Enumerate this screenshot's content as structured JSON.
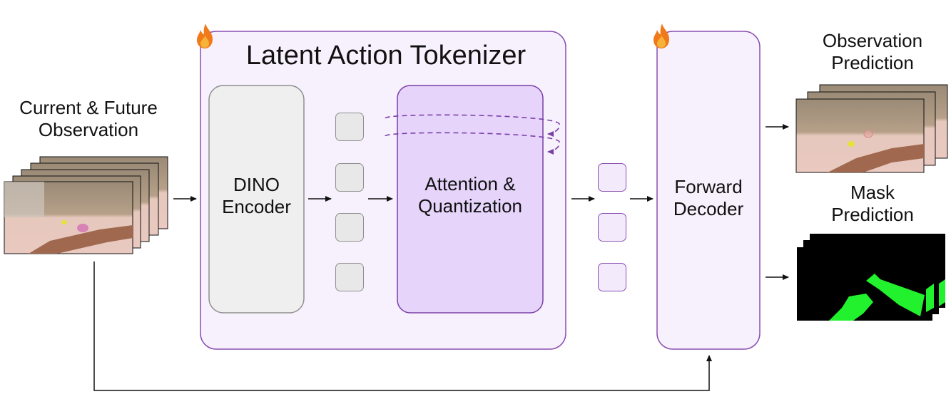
{
  "input": {
    "title_line1": "Current & Future",
    "title_line2": "Observation"
  },
  "tokenizer": {
    "title": "Latent Action Tokenizer",
    "encoder_line1": "DINO",
    "encoder_line2": "Encoder",
    "quant_line1": "Attention &",
    "quant_line2": "Quantization"
  },
  "decoder": {
    "line1": "Forward",
    "line2": "Decoder"
  },
  "outputs": {
    "obs_line1": "Observation",
    "obs_line2": "Prediction",
    "mask_line1": "Mask",
    "mask_line2": "Prediction"
  },
  "icons": {
    "trainable": "flame-icon"
  },
  "colors": {
    "tokenizer_fill": "#f7f1fd",
    "tokenizer_border": "#8a4fb2",
    "encoder_fill": "#efefef",
    "quant_fill": "#e6d4fb",
    "mask_bg": "#000000",
    "mask_fg": "#22f22e",
    "flame": "#f07a1a"
  }
}
